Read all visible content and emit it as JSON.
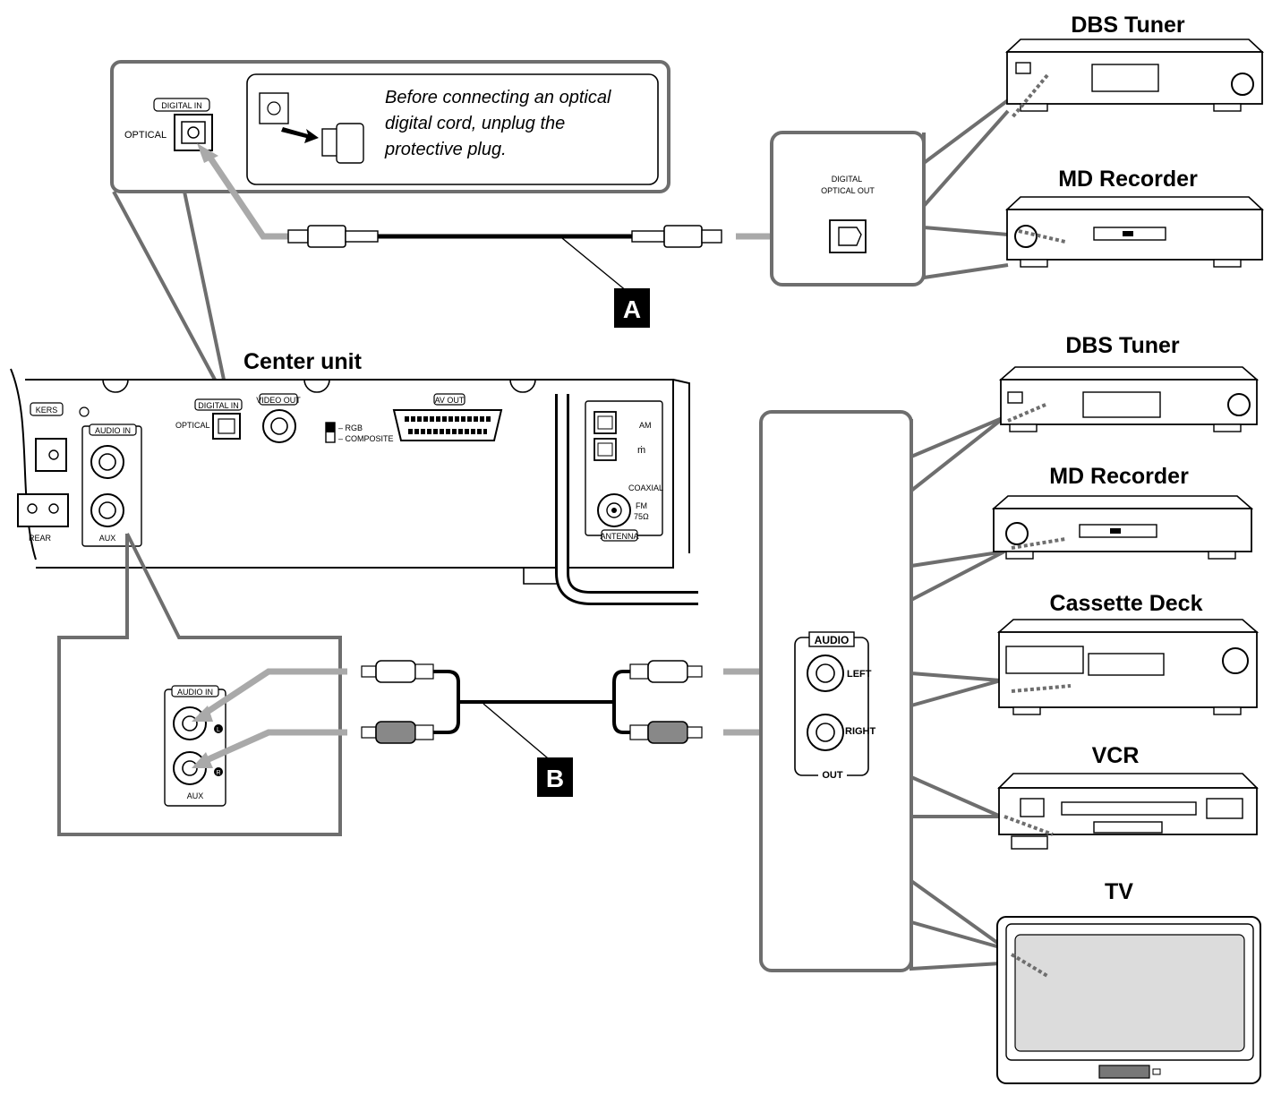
{
  "labels": {
    "center_unit": "Center unit",
    "marker_a": "A",
    "marker_b": "B",
    "note": [
      "Before connecting an optical",
      "digital cord, unplug the",
      "protective plug."
    ],
    "digital_in": "DIGITAL IN",
    "optical": "OPTICAL",
    "video_out": "VIDEO OUT",
    "av_out": "AV  OUT",
    "rgb": "RGB",
    "composite": "COMPOSITE",
    "audio_in": "AUDIO IN",
    "aux": "AUX",
    "rear": "REAR",
    "speakers_partial": "KERS",
    "am": "AM",
    "coaxial": "COAXIAL",
    "fm": "FM",
    "fm_ohm": "75Ω",
    "antenna": "ANTENNA",
    "l_mark": "L",
    "r_mark": "R",
    "digital_optical_out": [
      "DIGITAL",
      "OPTICAL OUT"
    ],
    "audio": "AUDIO",
    "left": "LEFT",
    "right": "RIGHT",
    "out": "OUT"
  },
  "devices": {
    "top": [
      "DBS Tuner",
      "MD Recorder"
    ],
    "bottom": [
      "DBS Tuner",
      "MD Recorder",
      "Cassette Deck",
      "VCR",
      "TV"
    ]
  },
  "colors": {
    "line": "#000000",
    "callout_stroke": "#6e6e6e",
    "arrow": "#a9a9a9",
    "tv_screen": "#dcdcdc"
  }
}
